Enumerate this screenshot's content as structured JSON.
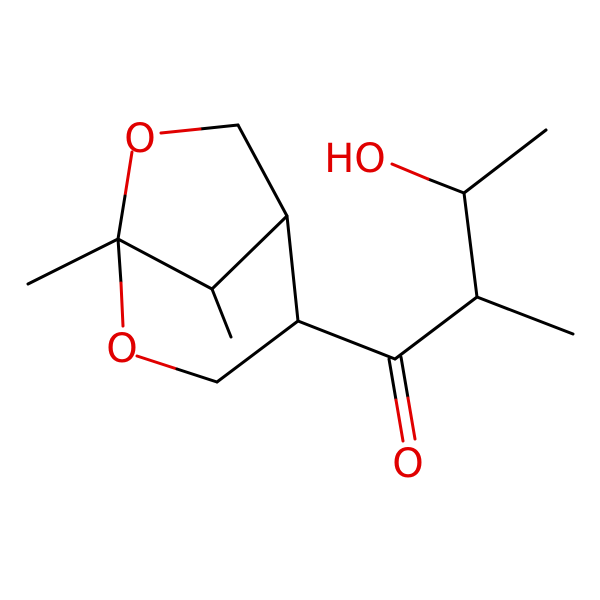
{
  "colors": {
    "bond": "#000000",
    "oxygen": "#e00000",
    "background": "#ffffff"
  },
  "atoms": {
    "o_top": "O",
    "o_bottom": "O",
    "o_carbonyl": "O",
    "hydroxyl": "HO"
  }
}
